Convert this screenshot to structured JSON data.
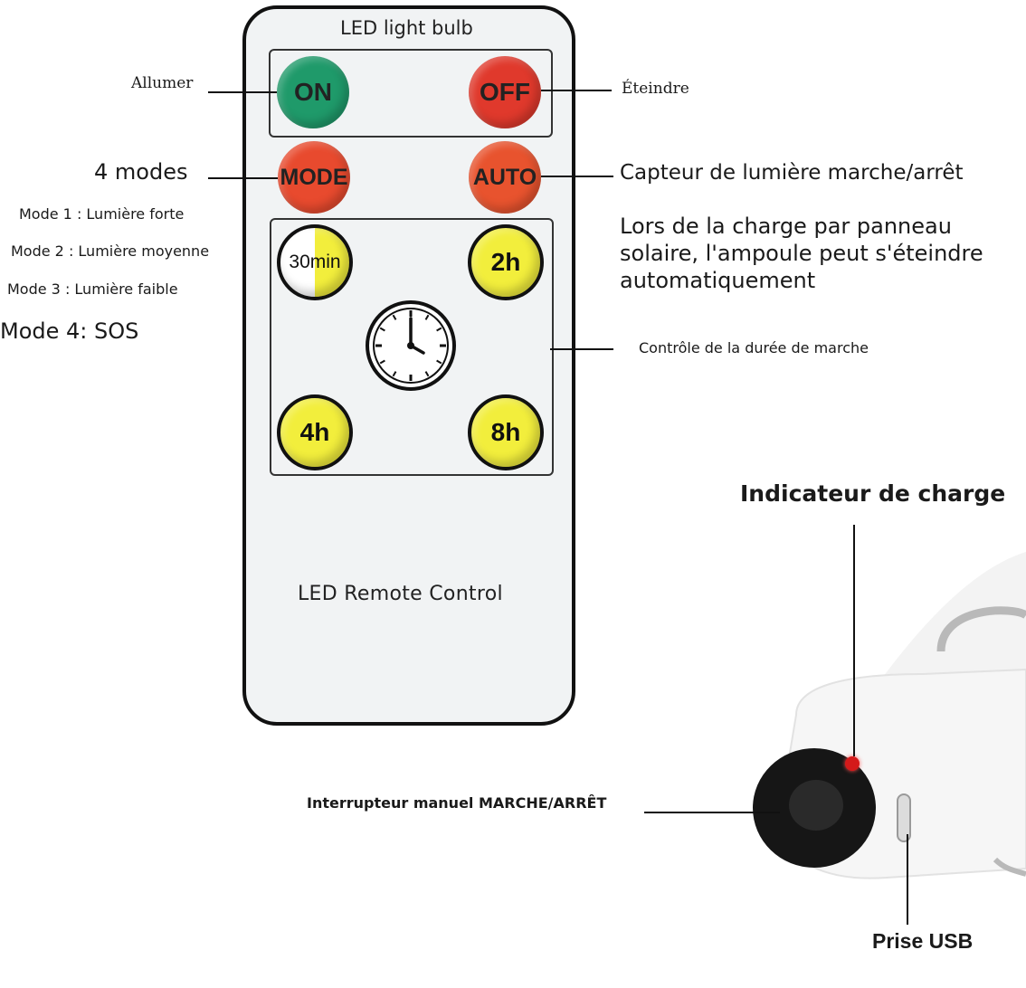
{
  "remote": {
    "title": "LED light bulb",
    "footer": "LED Remote Control",
    "buttons": {
      "on": "ON",
      "off": "OFF",
      "mode": "MODE",
      "auto": "AUTO",
      "t30": "30min",
      "t2h": "2h",
      "t4h": "4h",
      "t8h": "8h"
    }
  },
  "annotations": {
    "allumer": "Allumer",
    "eteindre": "Éteindre",
    "modes_title": "4 modes",
    "mode1": "Mode 1 : Lumière forte",
    "mode2": "Mode 2 : Lumière moyenne",
    "mode3": "Mode 3 : Lumière faible",
    "mode4": "Mode 4: SOS",
    "capteur": "Capteur de lumière marche/arrêt",
    "solaire": "Lors de la charge par panneau solaire, l'ampoule peut s'éteindre automatiquement",
    "duree": "Contrôle de la durée de marche",
    "indicateur": "Indicateur de charge",
    "interrupteur": "Interrupteur manuel MARCHE/ARRÊT",
    "prise": "Prise USB"
  },
  "colors": {
    "on": "#1f9a6a",
    "off": "#e0392c",
    "timer": "#f2ee3c",
    "indicator": "#d41a1a"
  }
}
